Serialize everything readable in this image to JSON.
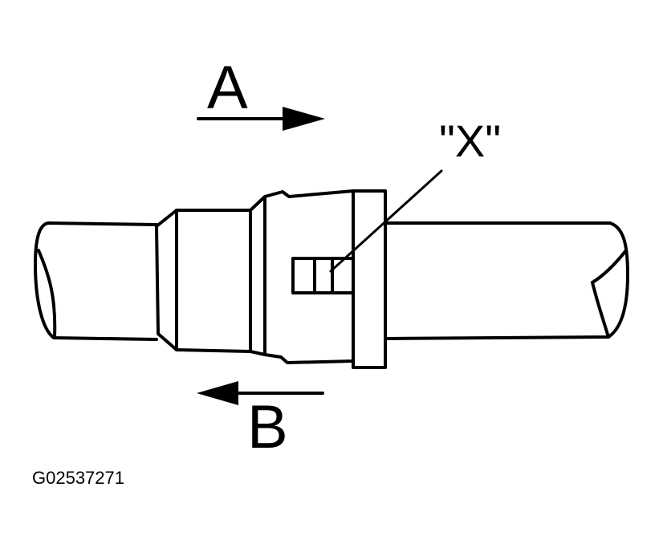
{
  "labels": {
    "arrow_a": "A",
    "arrow_b": "B",
    "callout_x": "\"X\""
  },
  "figure_id": "G02537271",
  "colors": {
    "line": "#000000",
    "background": "#ffffff"
  }
}
